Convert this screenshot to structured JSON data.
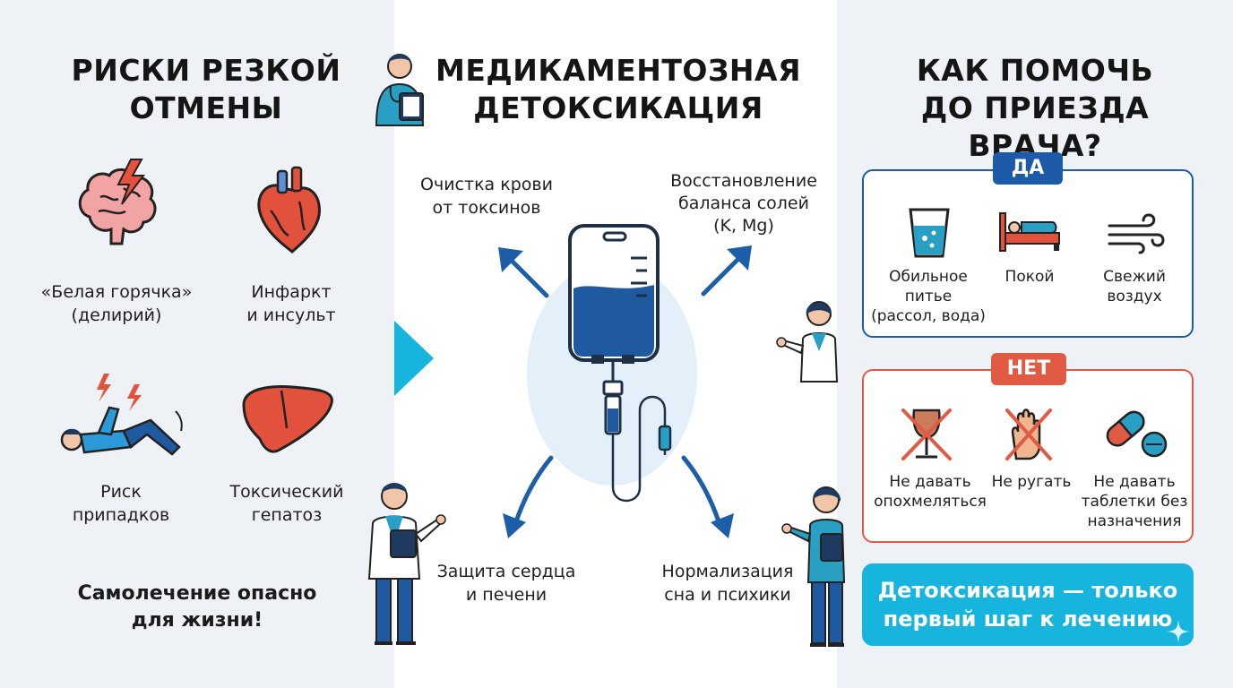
{
  "colors": {
    "panel_bg": "#eef2f7",
    "yes_blue": "#1d5aa8",
    "no_red": "#e05a44",
    "teal": "#17b4de",
    "arrow_blue": "#1c5fa8"
  },
  "left": {
    "title_line1": "РИСКИ РЕЗКОЙ",
    "title_line2": "ОТМЕНЫ",
    "risks": [
      {
        "icon": "brain-lightning-icon",
        "line1": "«Белая горячка»",
        "line2": "(делирий)"
      },
      {
        "icon": "heart-icon",
        "line1": "Инфаркт",
        "line2": "и инсульт"
      },
      {
        "icon": "seizure-person-icon",
        "line1": "Риск",
        "line2": "припадков"
      },
      {
        "icon": "liver-icon",
        "line1": "Токсический",
        "line2": "гепатоз"
      }
    ],
    "warning_line1": "Самолечение опасно",
    "warning_line2": "для жизни!"
  },
  "middle": {
    "title_line1": "МЕДИКАМЕНТОЗНАЯ",
    "title_line2": "ДЕТОКСИКАЦИЯ",
    "center_icon": "iv-drip-bag-icon",
    "benefits": [
      {
        "line1": "Очистка крови",
        "line2": "от токсинов"
      },
      {
        "line1": "Восстановление",
        "line2": "баланса солей",
        "line3": "(K, Mg)"
      },
      {
        "line1": "Защита сердца",
        "line2": "и печени"
      },
      {
        "line1": "Нормализация",
        "line2": "сна и психики"
      }
    ]
  },
  "right": {
    "title_line1": "КАК ПОМОЧЬ",
    "title_line2": "ДО ПРИЕЗДА ВРАЧА?",
    "yes": {
      "label": "ДА",
      "items": [
        {
          "icon": "water-glass-icon",
          "line1": "Обильное",
          "line2": "питье",
          "line3": "(рассол, вода)"
        },
        {
          "icon": "bed-icon",
          "line1": "Покой"
        },
        {
          "icon": "wind-icon",
          "line1": "Свежий",
          "line2": "воздух"
        }
      ]
    },
    "no": {
      "label": "НЕТ",
      "items": [
        {
          "icon": "crossed-wine-glass-icon",
          "line1": "Не давать",
          "line2": "опохмеляться"
        },
        {
          "icon": "crossed-hand-icon",
          "line1": "Не ругать"
        },
        {
          "icon": "pills-icon",
          "line1": "Не давать",
          "line2": "таблетки без",
          "line3": "назначения"
        }
      ]
    },
    "banner_line1": "Детоксикация — только",
    "banner_line2": "первый шаг к лечению"
  }
}
